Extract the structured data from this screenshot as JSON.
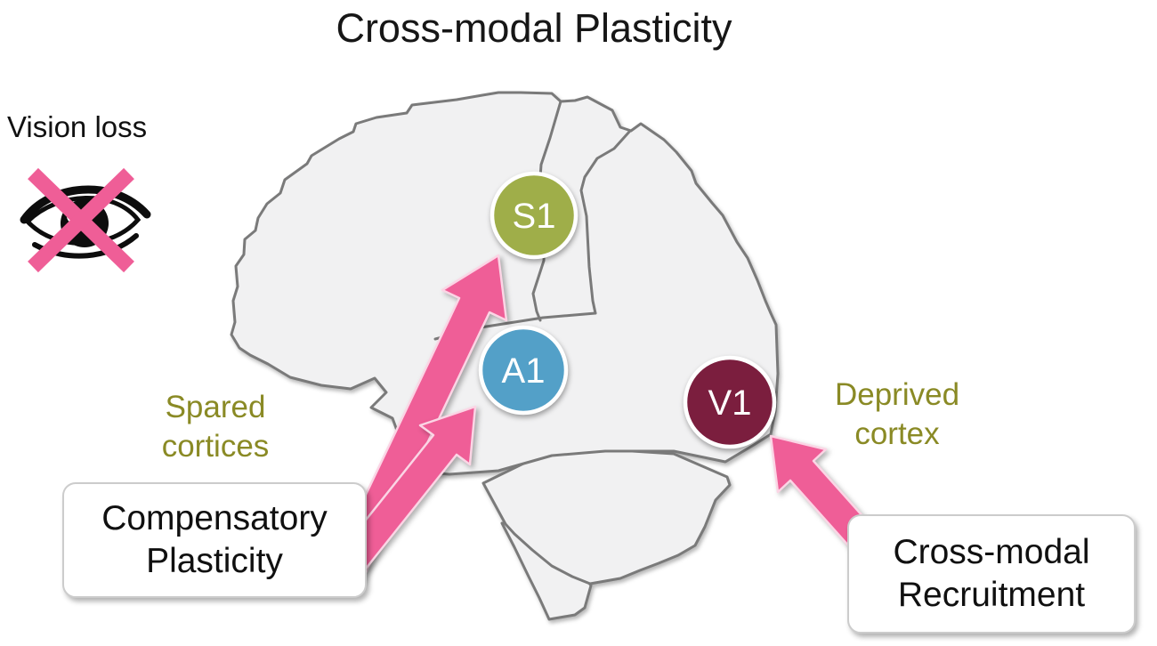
{
  "title": "Cross-modal Plasticity",
  "vision_loss_label": "Vision loss",
  "labels": {
    "spared_line1": "Spared",
    "spared_line2": "cortices",
    "deprived_line1": "Deprived",
    "deprived_line2": "cortex"
  },
  "boxes": {
    "compensatory": {
      "line1": "Compensatory",
      "line2": "Plasticity"
    },
    "recruitment": {
      "line1": "Cross-modal",
      "line2": "Recruitment"
    }
  },
  "nodes": {
    "s1": {
      "label": "S1",
      "color": "#9fae49"
    },
    "a1": {
      "label": "A1",
      "color": "#53a0c8"
    },
    "v1": {
      "label": "V1",
      "color": "#7b1e3e"
    }
  },
  "icons": {
    "vision_loss": "crossed-out-eye-icon"
  },
  "colors": {
    "accent_pink": "#ef5e97",
    "arrow_edge": "#fbd5e5",
    "olive_text": "#8a8a25",
    "brain_fill": "#f1f1f2",
    "brain_stroke": "#7a7a7a"
  }
}
